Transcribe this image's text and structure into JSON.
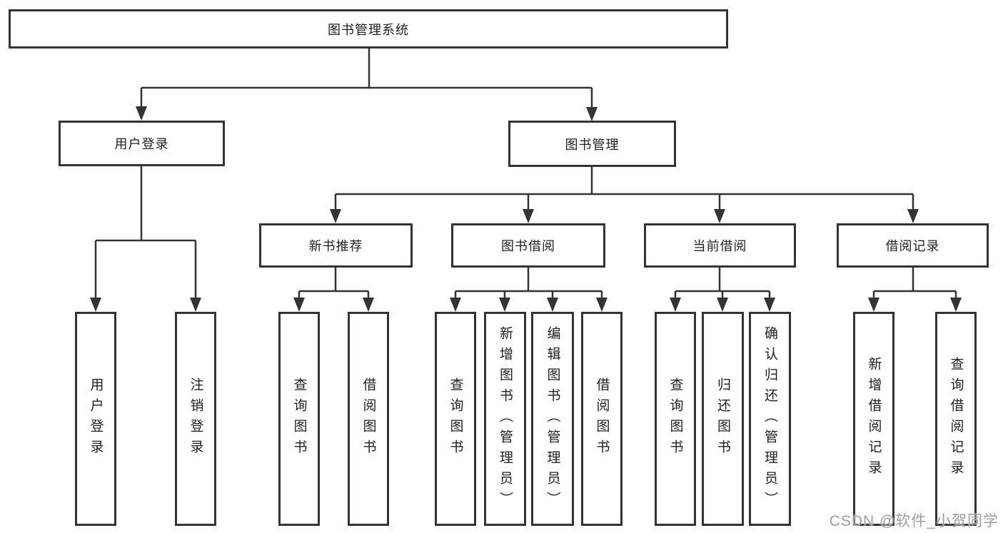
{
  "tree": {
    "root": {
      "label": "图书管理系统"
    },
    "children": [
      {
        "label": "用户登录",
        "children": [
          {
            "label": "用户登录"
          },
          {
            "label": "注销登录"
          }
        ]
      },
      {
        "label": "图书管理",
        "children": [
          {
            "label": "新书推荐",
            "children": [
              {
                "label": "查询图书"
              },
              {
                "label": "借阅图书"
              }
            ]
          },
          {
            "label": "图书借阅",
            "children": [
              {
                "label": "查询图书"
              },
              {
                "label": "新增图书（管理员）"
              },
              {
                "label": "编辑图书（管理员）"
              },
              {
                "label": "借阅图书"
              }
            ]
          },
          {
            "label": "当前借阅",
            "children": [
              {
                "label": "查询图书"
              },
              {
                "label": "归还图书"
              },
              {
                "label": "确认归还（管理员）"
              }
            ]
          },
          {
            "label": "借阅记录",
            "children": [
              {
                "label": "新增借阅记录"
              },
              {
                "label": "查询借阅记录"
              }
            ]
          }
        ]
      }
    ]
  },
  "watermark": {
    "text": "CSDN @软件_小贺同学"
  },
  "colors": {
    "line": "#333333",
    "box_border": "#333333",
    "background": "#ffffff",
    "text": "#1f1f1f",
    "watermark": "#9e9e9e"
  }
}
